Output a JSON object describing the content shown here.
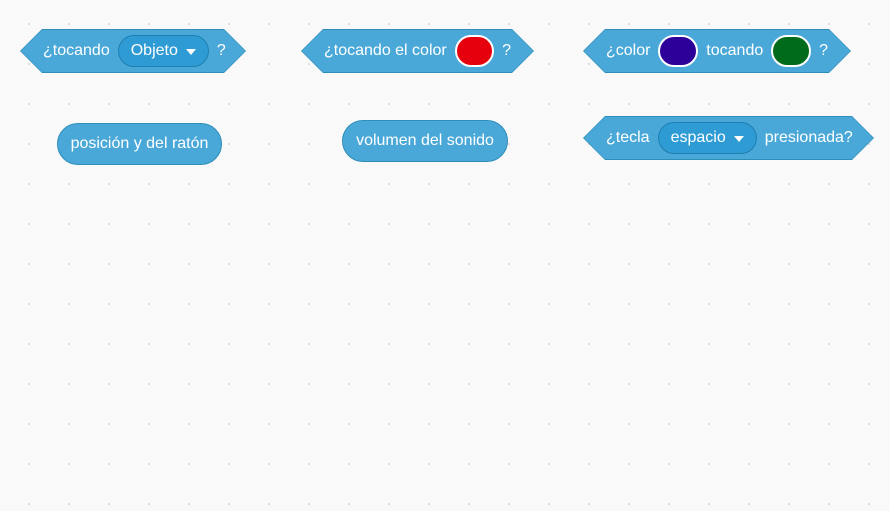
{
  "blocks": {
    "touching": {
      "prefix": "¿tocando",
      "dropdown_value": "Objeto",
      "suffix": "?"
    },
    "touching_color": {
      "prefix": "¿tocando el color",
      "color": "#e6000e",
      "suffix": "?"
    },
    "color_touching": {
      "prefix": "¿color",
      "color1": "#2c0099",
      "middle": "tocando",
      "color2": "#006b1a",
      "suffix": "?"
    },
    "mouse_y": {
      "label": "posición y del ratón"
    },
    "loudness": {
      "label": "volumen del sonido"
    },
    "key_pressed": {
      "prefix": "¿tecla",
      "dropdown_value": "espacio",
      "suffix": "presionada?"
    }
  },
  "colors": {
    "block_fill": "#4aa8d8",
    "block_border": "#2e8eb8",
    "dropdown_fill": "#2e9bd4",
    "workspace_bg": "#f9f9f9"
  }
}
